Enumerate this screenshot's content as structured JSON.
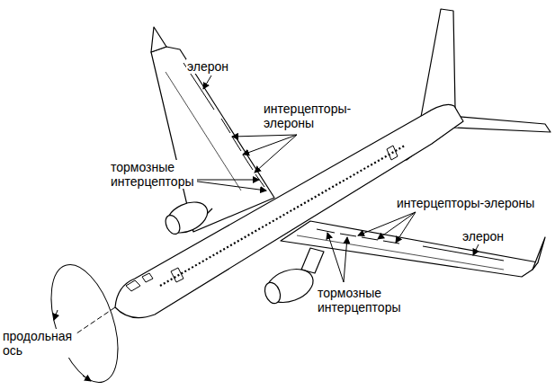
{
  "diagram": {
    "labels": [
      "элерон",
      "интерцепторы-элероны",
      "тормозные интерцепторы",
      "интерцепторы-элероны",
      "элерон",
      "тормозные интерцепторы",
      "продольная ось"
    ]
  }
}
